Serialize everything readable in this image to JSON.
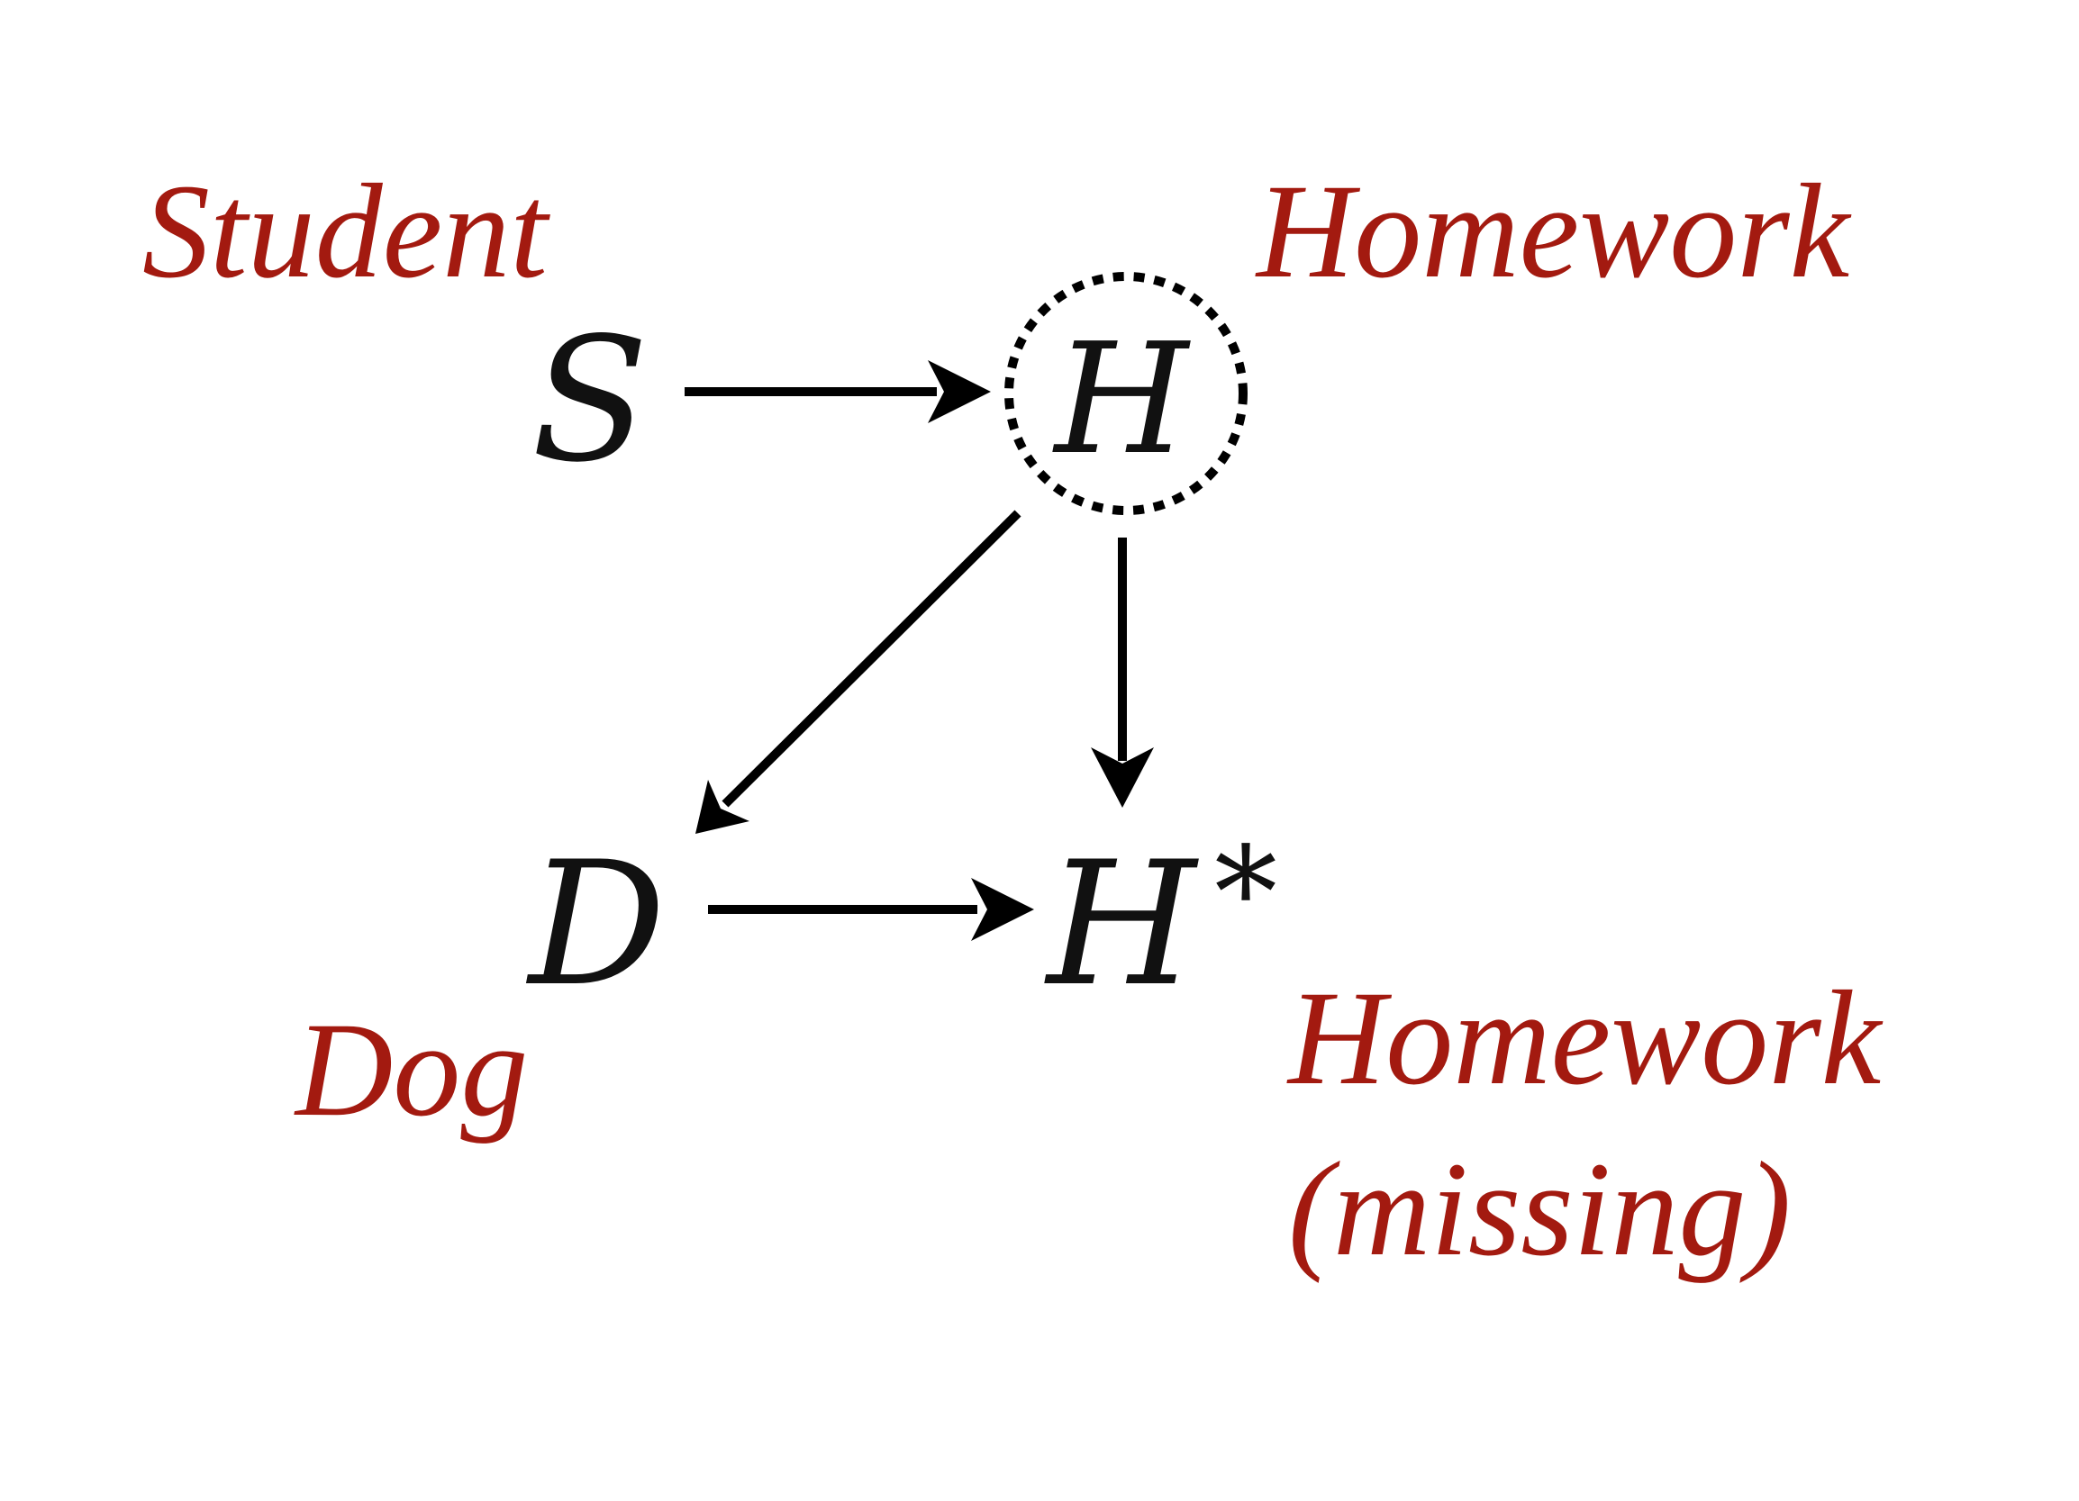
{
  "colors": {
    "label": "#a31a10",
    "node": "#111111",
    "edge": "#000000"
  },
  "nodes": {
    "S": {
      "symbol": "S"
    },
    "H": {
      "symbol": "H",
      "style": "dotted-circle"
    },
    "D": {
      "symbol": "D"
    },
    "H_star": {
      "symbol": "H",
      "superscript": "*"
    }
  },
  "labels": {
    "student": "Student",
    "homework": "Homework",
    "dog": "Dog",
    "homework_missing_line1": "Homework",
    "homework_missing_line2": "(missing)"
  },
  "edges": [
    {
      "from": "S",
      "to": "H"
    },
    {
      "from": "H",
      "to": "D"
    },
    {
      "from": "H",
      "to": "H_star"
    },
    {
      "from": "D",
      "to": "H_star"
    }
  ]
}
